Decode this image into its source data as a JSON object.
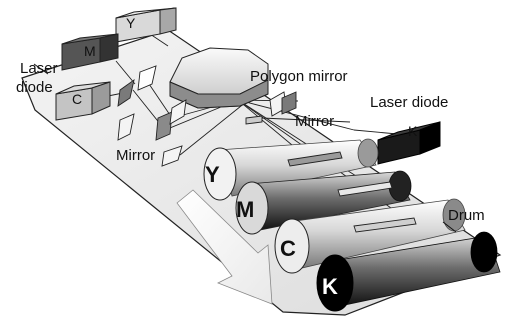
{
  "diagram": {
    "labels": {
      "laser_diode_left_line1": "Laser",
      "laser_diode_left_line2": "diode",
      "laser_diode_right": "Laser diode",
      "polygon_mirror": "Polygon mirror",
      "mirror_right": "Mirror",
      "mirror_left": "Mirror",
      "drum": "Drum"
    },
    "laser_boxes": [
      {
        "id": "Y",
        "label": "Y",
        "tone": "#d9d9d9"
      },
      {
        "id": "M",
        "label": "M",
        "tone": "#555555"
      },
      {
        "id": "C",
        "label": "C",
        "tone": "#bdbdbd"
      },
      {
        "id": "K",
        "label": "K",
        "tone": "#1a1a1a"
      }
    ],
    "drums": [
      {
        "id": "Y",
        "label": "Y",
        "label_color": "#000000"
      },
      {
        "id": "M",
        "label": "M",
        "label_color": "#000000"
      },
      {
        "id": "C",
        "label": "C",
        "label_color": "#000000"
      },
      {
        "id": "K",
        "label": "K",
        "label_color": "#ffffff"
      }
    ]
  }
}
